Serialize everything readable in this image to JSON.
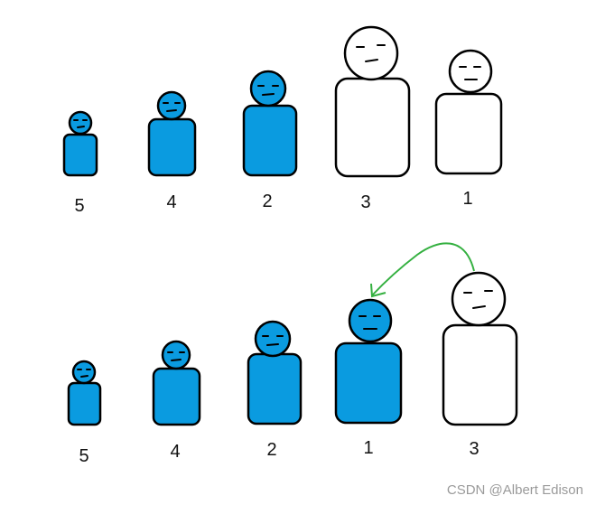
{
  "colors": {
    "sorted": "#0a9be0",
    "unsorted": "#ffffff",
    "outline": "#000000",
    "arrow": "#34b040"
  },
  "rows": [
    {
      "figures": [
        {
          "label": "5",
          "state": "sorted"
        },
        {
          "label": "4",
          "state": "sorted"
        },
        {
          "label": "2",
          "state": "sorted"
        },
        {
          "label": "3",
          "state": "unsorted"
        },
        {
          "label": "1",
          "state": "unsorted"
        }
      ]
    },
    {
      "figures": [
        {
          "label": "5",
          "state": "sorted"
        },
        {
          "label": "4",
          "state": "sorted"
        },
        {
          "label": "2",
          "state": "sorted"
        },
        {
          "label": "1",
          "state": "sorted"
        },
        {
          "label": "3",
          "state": "unsorted"
        }
      ]
    }
  ],
  "watermark": "CSDN @Albert Edison"
}
